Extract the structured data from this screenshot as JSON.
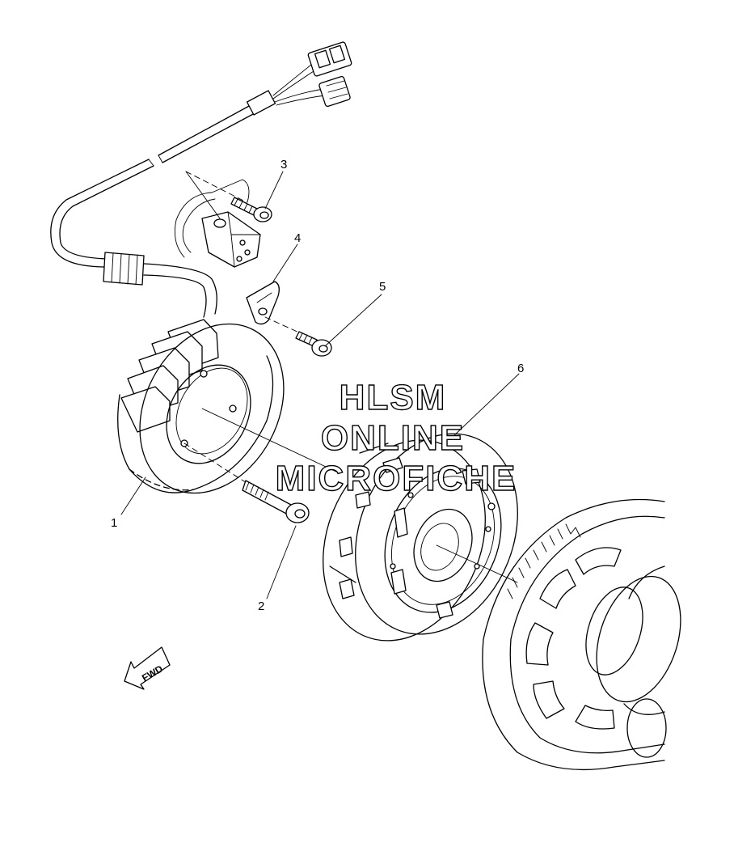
{
  "callouts": {
    "c1": "1",
    "c2": "2",
    "c3": "3",
    "c4": "4",
    "c5": "5",
    "c6": "6"
  },
  "watermark": {
    "line1": "HLSM",
    "line2": "ONLINE",
    "line3": "MICROFICHE"
  },
  "direction_badge": {
    "label": "FWD",
    "icon": "arrow-forward-icon"
  },
  "colors": {
    "line": "#000000",
    "background": "#ffffff"
  }
}
